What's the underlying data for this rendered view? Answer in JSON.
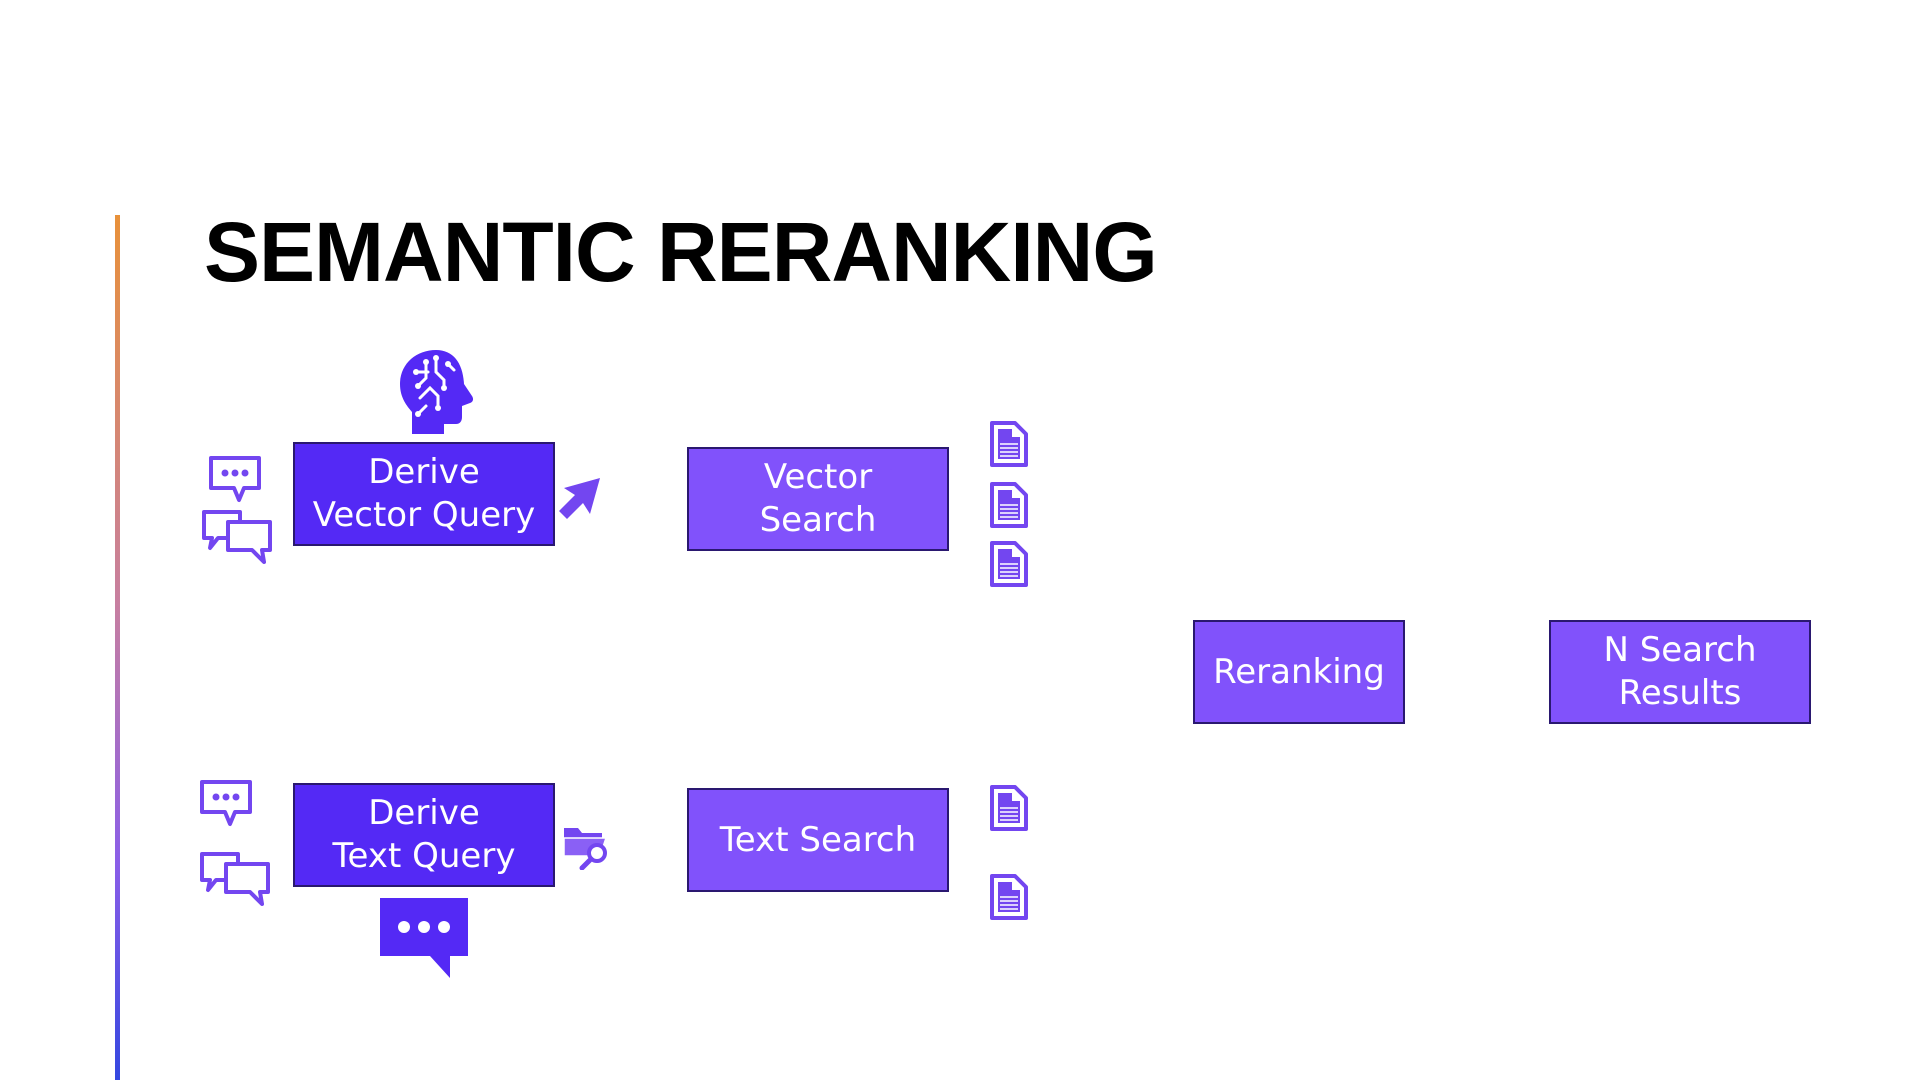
{
  "title": "SEMANTIC RERANKING",
  "boxes": {
    "derive_vector": {
      "line1": "Derive",
      "line2": "Vector Query"
    },
    "vector_search": {
      "line1": "Vector",
      "line2": "Search"
    },
    "derive_text": {
      "line1": "Derive",
      "line2": "Text Query"
    },
    "text_search": {
      "line1": "Text Search"
    },
    "reranking": {
      "line1": "Reranking"
    },
    "results": {
      "line1": "N Search",
      "line2": "Results"
    }
  },
  "colors": {
    "dark_box": "#5429f5",
    "light_box": "#8152fb",
    "box_border": "#2a1870",
    "icon": "#7346f0",
    "accent_top": "#e8913a",
    "accent_bottom": "#3447e0"
  },
  "icons": [
    "ai-head-icon",
    "chat-bubble-icon",
    "conversation-icon",
    "arrow-icon",
    "folder-search-icon",
    "document-icon",
    "ellipsis-bubble-icon"
  ]
}
